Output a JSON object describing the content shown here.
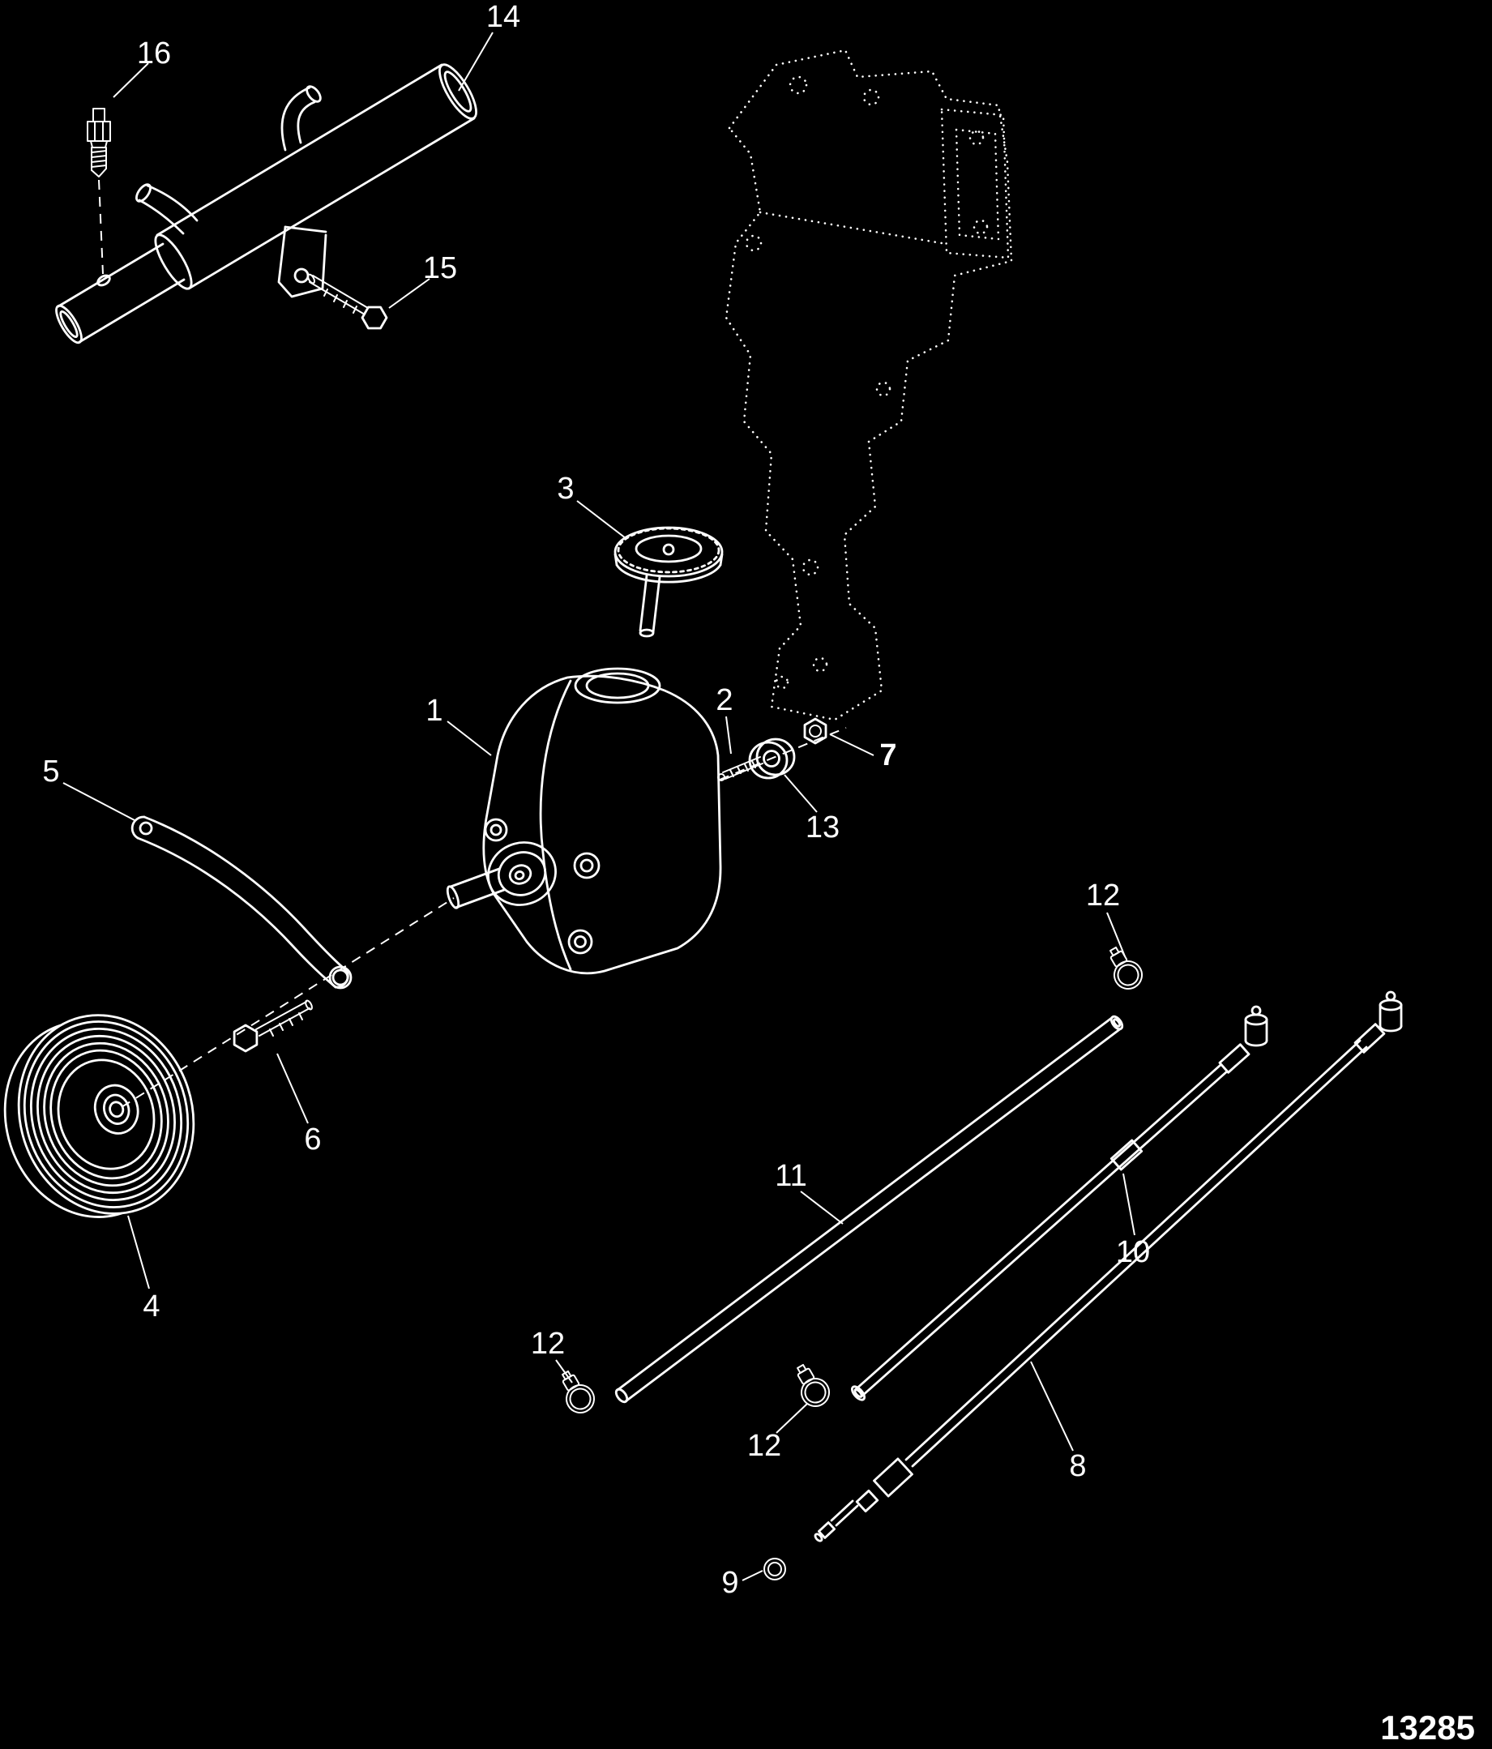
{
  "figure": {
    "part_number": "13285"
  },
  "colors": {
    "background": "#000000",
    "line": "#ffffff"
  },
  "callouts": [
    {
      "label": "16"
    },
    {
      "label": "14"
    },
    {
      "label": "15"
    },
    {
      "label": "3"
    },
    {
      "label": "1"
    },
    {
      "label": "2"
    },
    {
      "label": "7"
    },
    {
      "label": "13"
    },
    {
      "label": "5"
    },
    {
      "label": "6"
    },
    {
      "label": "4"
    },
    {
      "label": "12"
    },
    {
      "label": "11"
    },
    {
      "label": "10"
    },
    {
      "label": "12"
    },
    {
      "label": "12"
    },
    {
      "label": "8"
    },
    {
      "label": "9"
    }
  ]
}
